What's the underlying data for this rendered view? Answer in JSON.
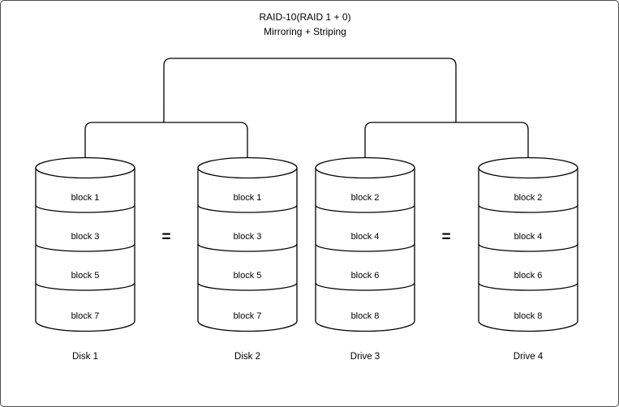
{
  "diagram": {
    "title": "RAID-10(RAID 1 + 0)",
    "subtitle": "Mirroring + Striping",
    "equals_sign": "=",
    "colors": {
      "line": "#000000",
      "background": "#ffffff",
      "border": "#4d4d4d"
    },
    "disks": [
      {
        "label": "Disk 1",
        "blocks": [
          "block 1",
          "block 3",
          "block 5",
          "block 7"
        ]
      },
      {
        "label": "Disk 2",
        "blocks": [
          "block 1",
          "block 3",
          "block 5",
          "block 7"
        ]
      },
      {
        "label": "Drive 3",
        "blocks": [
          "block 2",
          "block 4",
          "block 6",
          "block 8"
        ]
      },
      {
        "label": "Drive 4",
        "blocks": [
          "block 2",
          "block 4",
          "block 6",
          "block 8"
        ]
      }
    ]
  }
}
